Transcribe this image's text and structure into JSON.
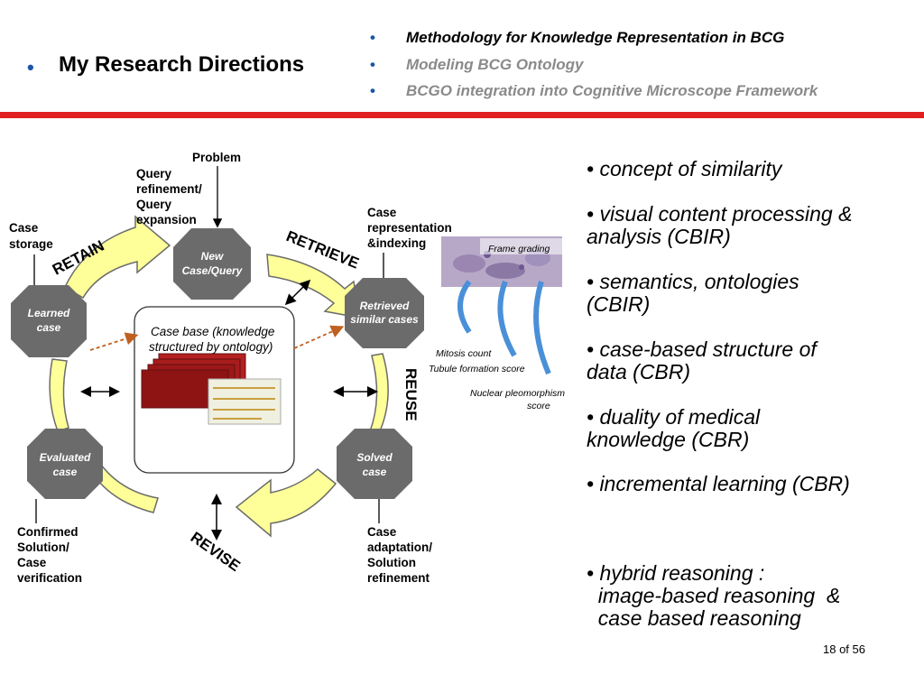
{
  "header": {
    "bullet": "•",
    "title": "My Research Directions",
    "topics": [
      {
        "label": "Methodology for Knowledge Representation in BCG",
        "color": "#000000"
      },
      {
        "label": "Modeling BCG Ontology",
        "color": "#8a8a8a"
      },
      {
        "label": "BCGO integration into Cognitive Microscope Framework",
        "color": "#8a8a8a"
      }
    ],
    "topic_bullet": "•",
    "accent_color": "#e02020"
  },
  "diagram": {
    "problem_label": "Problem",
    "query_label": [
      "Query",
      "refinement/",
      "Query",
      "expansion"
    ],
    "case_storage_label": [
      "Case",
      "storage"
    ],
    "case_repr_label": [
      "Case",
      "representation",
      "&indexing"
    ],
    "confirmed_label": [
      "Confirmed",
      "Solution/",
      "Case",
      "verification"
    ],
    "adaptation_label": [
      "Case",
      "adaptation/",
      "Solution",
      "refinement"
    ],
    "phases": {
      "retain": "RETAIN",
      "retrieve": "RETRIEVE",
      "reuse": "REUSE",
      "revise": "REVISE"
    },
    "nodes": {
      "new_case": [
        "New",
        "Case/Query"
      ],
      "retrieved": [
        "Retrieved",
        "similar cases"
      ],
      "solved": [
        "Solved",
        "case"
      ],
      "evaluated": [
        "Evaluated",
        "case"
      ],
      "learned": [
        "Learned",
        "case"
      ]
    },
    "case_base_label": [
      "Case base (knowledge",
      "structured by ontology)"
    ],
    "image": {
      "frame_grading": "Frame grading",
      "mitosis": "Mitosis count",
      "tubule": "Tubule formation score",
      "nuclear": "Nuclear pleomorphism",
      "score": "score"
    },
    "colors": {
      "node": "#6b6b6b",
      "arrow": "#ffff99",
      "arrow_stroke": "#6b6b6b",
      "case_base_red": "#a01818"
    }
  },
  "points": [
    {
      "lines": [
        "• concept of similarity"
      ]
    },
    {
      "lines": [
        "• visual content processing &",
        "analysis (CBIR)"
      ]
    },
    {
      "lines": [
        "• semantics, ontologies",
        "(CBIR)"
      ]
    },
    {
      "lines": [
        "• case-based structure of",
        "data (CBR)"
      ]
    },
    {
      "lines": [
        "• duality of medical",
        "knowledge (CBR)"
      ]
    },
    {
      "lines": [
        "• incremental learning (CBR)"
      ]
    },
    {
      "lines": [
        "• hybrid reasoning :",
        "  image-based reasoning  &",
        "  case based reasoning"
      ]
    }
  ],
  "footer": {
    "page": "18 of 56"
  }
}
